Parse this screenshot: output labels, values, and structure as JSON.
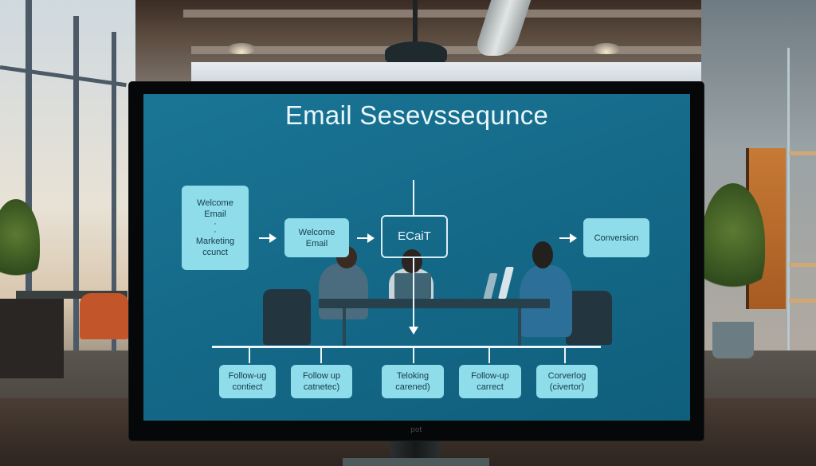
{
  "screen": {
    "title": "Email Sesevssequnce",
    "background_color": "#156a89",
    "node_color": "#8fdcea",
    "node_text_color": "#143c4a",
    "top_row": [
      {
        "id": "start",
        "lines": [
          "Welcome",
          "Email",
          "·",
          "·",
          "Marketing",
          "ccunct"
        ]
      },
      {
        "id": "welcome",
        "lines": [
          "Welcome",
          "Email"
        ]
      },
      {
        "id": "center",
        "lines": [
          "ECaiT"
        ],
        "style": "outline"
      },
      {
        "id": "conversion",
        "lines": [
          "Conversion"
        ]
      }
    ],
    "branches": [
      {
        "lines": [
          "Follow-ug",
          "contiect"
        ]
      },
      {
        "lines": [
          "Follow up",
          "catnetec)"
        ]
      },
      {
        "lines": [
          "Teloking",
          "carened)"
        ]
      },
      {
        "lines": [
          "Follow-up",
          "carrect"
        ]
      },
      {
        "lines": [
          "Corverlog",
          "(civertor)"
        ]
      }
    ]
  },
  "monitor": {
    "brand_label": "pot"
  },
  "icons": {
    "arrow": "right-arrow-icon",
    "down_arrow": "down-arrow-icon"
  }
}
